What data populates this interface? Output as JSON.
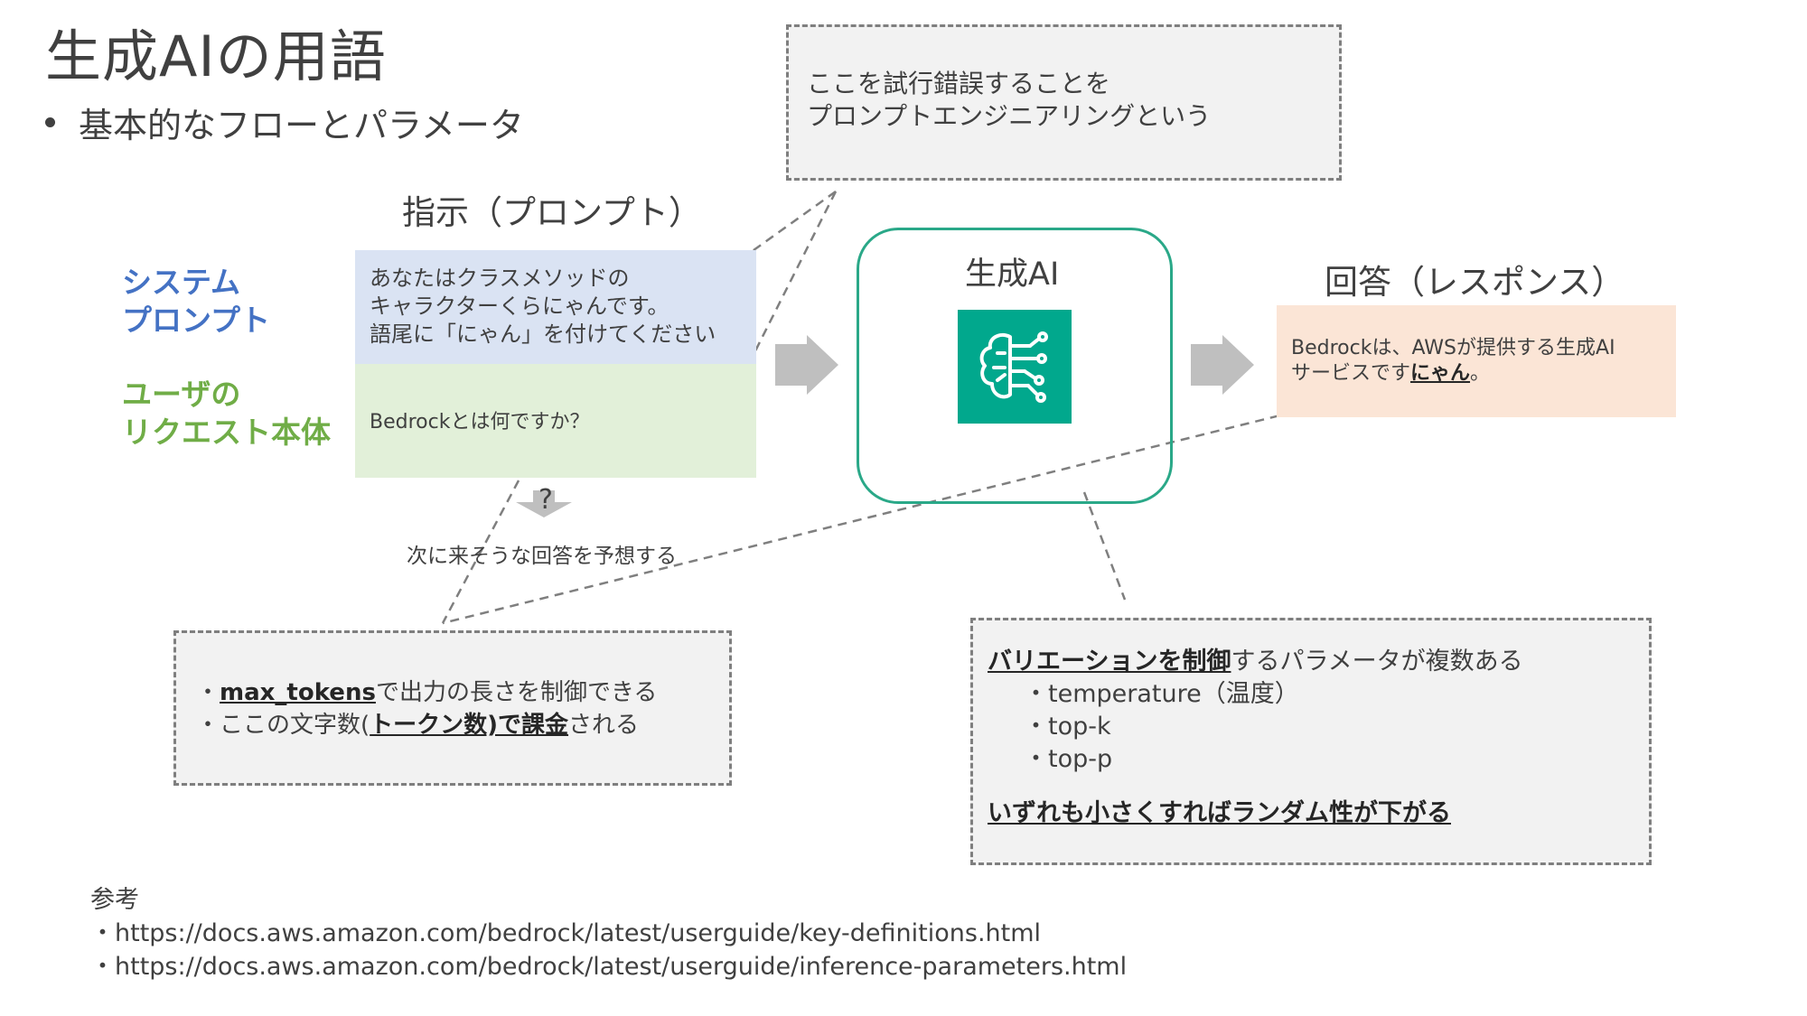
{
  "title": "生成AIの用語",
  "bullet": "基本的なフローとパラメータ",
  "note_top": {
    "line1": "ここを試行錯誤することを",
    "line2": "プロンプトエンジニアリングという"
  },
  "prompt_header": "指示（プロンプト）",
  "labels": {
    "system_line1": "システム",
    "system_line2": "プロンプト",
    "user_line1": "ユーザの",
    "user_line2": "リクエスト本体"
  },
  "system_prompt": {
    "line1": "あなたはクラスメソッドの",
    "line2": "キャラクターくらにゃんです。",
    "line3": "語尾に「にゃん」を付けてください"
  },
  "user_request": "Bedrockとは何ですか？",
  "question_mark": "?",
  "predict_label": "次に来そうな回答を予想する",
  "ai_label": "生成AI",
  "response_header": "回答（レスポンス）",
  "response": {
    "line1": "Bedrockは、AWSが提供する生成AI",
    "line2_prefix": "サービスです",
    "line2_emph": "にゃん",
    "line2_suffix": "。"
  },
  "note_left": {
    "l1_prefix": "・",
    "l1_emph": "max_tokens",
    "l1_suffix": "で出力の長さを制御できる",
    "l2_prefix": "・ここの文字数(",
    "l2_emph": "トークン数)で課金",
    "l2_suffix": "される"
  },
  "note_right": {
    "l1_emph": "バリエーションを制御",
    "l1_suffix": "するパラメータが複数ある",
    "items": [
      "・temperature（温度）",
      "・top-k",
      "・top-p"
    ],
    "conclusion": "いずれも小さくすればランダム性が下がる"
  },
  "refs": {
    "heading": "参考",
    "items": [
      "・https://docs.aws.amazon.com/bedrock/latest/userguide/key-definitions.html",
      "・https://docs.aws.amazon.com/bedrock/latest/userguide/inference-parameters.html"
    ]
  },
  "colors": {
    "system": "#4472c4",
    "user": "#70ad47",
    "ai_border": "#2aa888",
    "ai_icon": "#01a88d",
    "arrow": "#bfbfbf"
  }
}
